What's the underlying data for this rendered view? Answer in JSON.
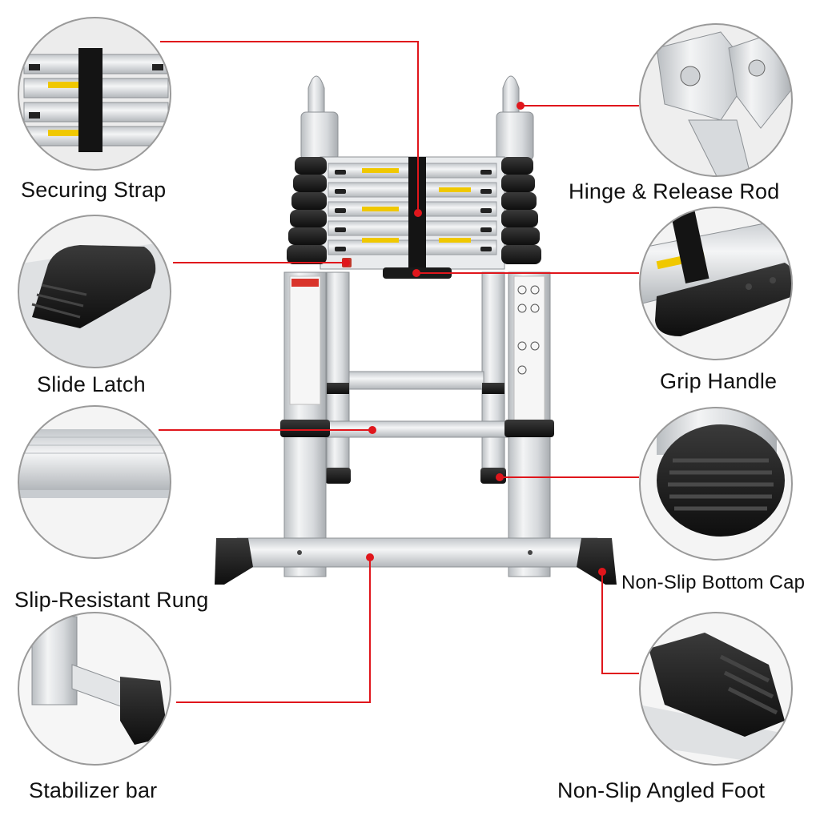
{
  "colors": {
    "callout_line": "#e0161c",
    "callout_dot": "#e0161c",
    "aluminum": "#d9dcdf",
    "rubber": "#1b1b1b",
    "circle_border": "#9a9a9a",
    "label_text": "#111111"
  },
  "callouts": {
    "securing_strap": "Securing Strap",
    "hinge_release_rod": "Hinge & Release Rod",
    "slide_latch": "Slide Latch",
    "grip_handle": "Grip Handle",
    "slip_resistant_rung": "Slip-Resistant Rung",
    "non_slip_bottom_cap": "Non-Slip Bottom Cap",
    "stabilizer_bar": "Stabilizer bar",
    "non_slip_angled_foot": "Non-Slip Angled Foot"
  }
}
